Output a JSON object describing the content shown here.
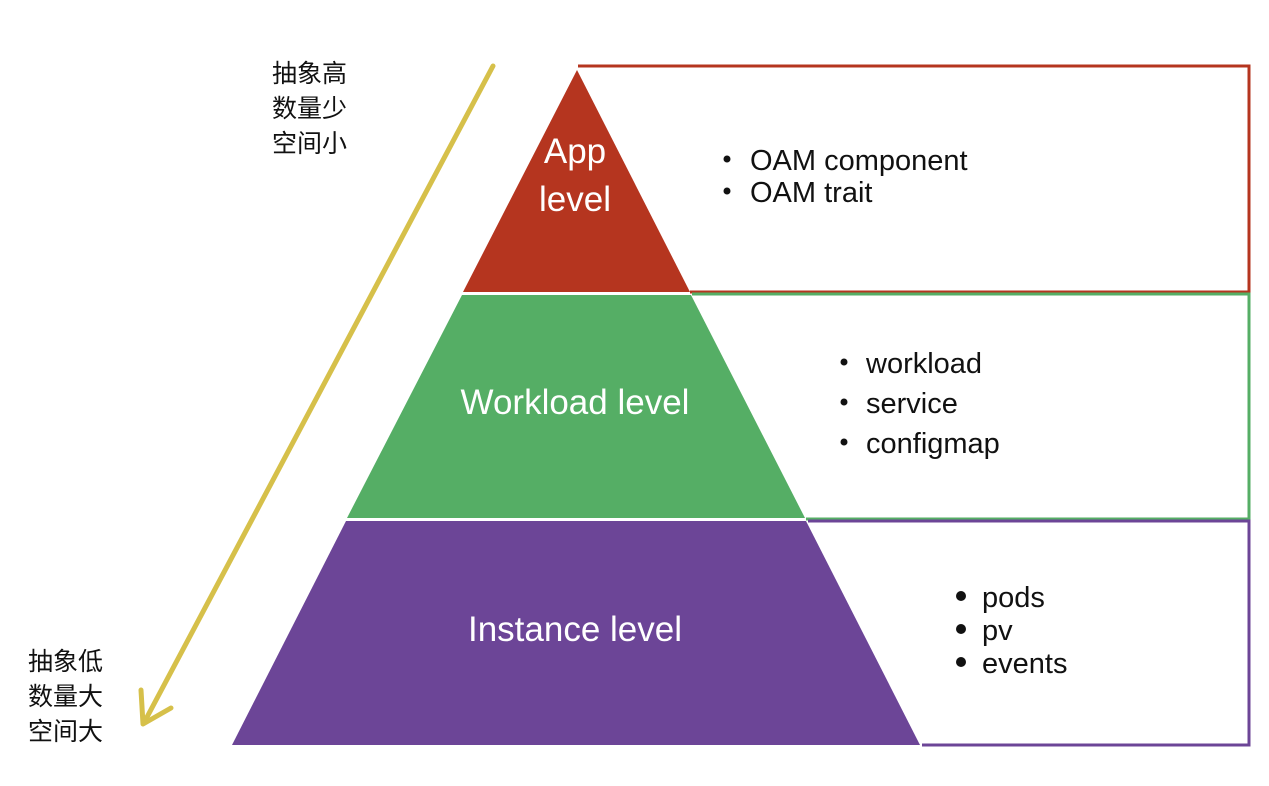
{
  "axis_notes": {
    "top": [
      "抽象高",
      "数量少",
      "空间小"
    ],
    "bottom": [
      "抽象低",
      "数量大",
      "空间大"
    ]
  },
  "tiers": [
    {
      "id": "app",
      "label_lines": [
        "App",
        "level"
      ],
      "color": "#b5351f",
      "border_color": "#b5351f",
      "bullets": [
        "OAM component",
        "OAM trait"
      ]
    },
    {
      "id": "workload",
      "label_lines": [
        "Workload level"
      ],
      "color": "#55ae65",
      "border_color": "#55ae65",
      "bullets": [
        "workload",
        "service",
        "configmap"
      ]
    },
    {
      "id": "instance",
      "label_lines": [
        "Instance level"
      ],
      "color": "#6c4597",
      "border_color": "#6c4597",
      "bullets": [
        "pods",
        "pv",
        "events"
      ]
    }
  ],
  "arrow_color": "#d6c04a"
}
